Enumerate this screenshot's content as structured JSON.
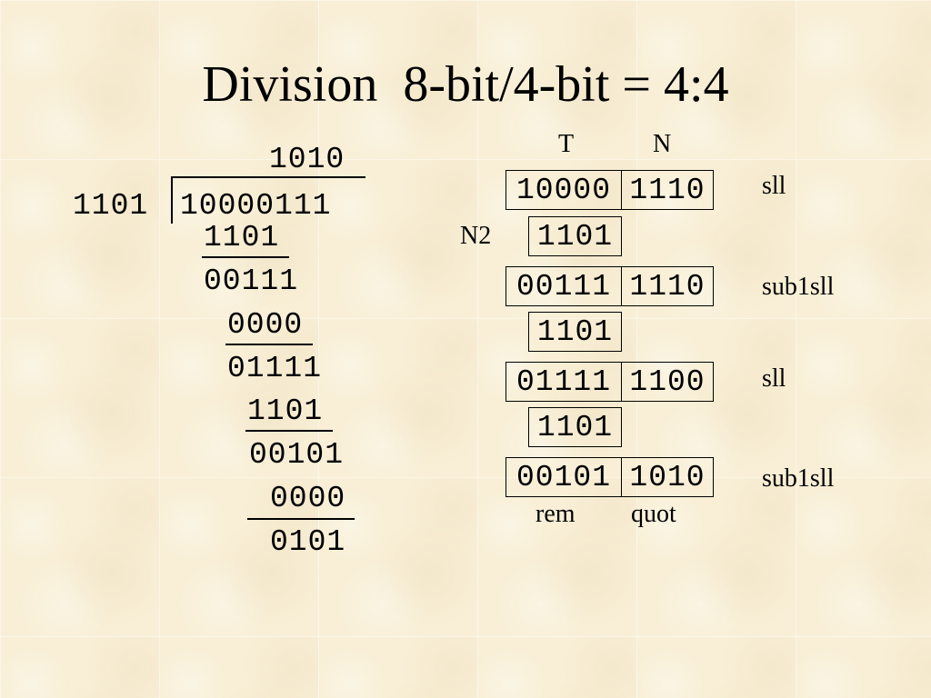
{
  "title": "Division  8-bit/4-bit = 4:4",
  "long_division": {
    "quotient": "1010",
    "divisor": "1101",
    "dividend": "10000111",
    "steps": [
      "1101",
      "00111",
      "0000",
      "01111",
      "1101",
      "00101",
      "0000",
      "0101"
    ]
  },
  "registers": {
    "header_t": "T",
    "header_n": "N",
    "n2_label": "N2",
    "rows": [
      {
        "t": "10000",
        "n": "1110",
        "op": "sll"
      },
      {
        "t": "00111",
        "n": "1110",
        "op": "sub1sll"
      },
      {
        "t": "01111",
        "n": "1100",
        "op": "sll"
      },
      {
        "t": "00101",
        "n": "1010",
        "op": "sub1sll"
      }
    ],
    "n2_values": [
      "1101",
      "1101",
      "1101"
    ],
    "footer_rem": "rem",
    "footer_quot": "quot"
  }
}
